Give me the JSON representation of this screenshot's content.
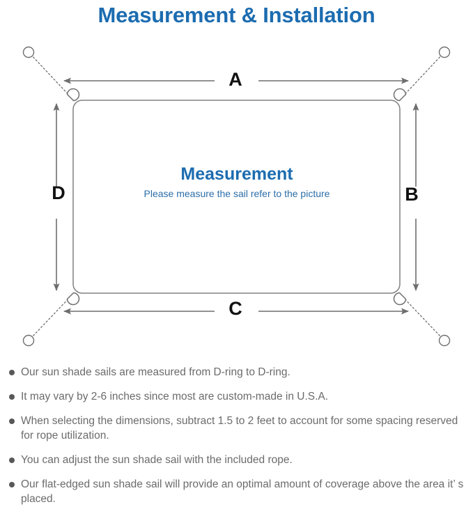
{
  "page": {
    "title": "Measurement & Installation",
    "title_color": "#1c6cb0",
    "background": "#ffffff"
  },
  "diagram": {
    "name": "sun-shade-sail-measurement-diagram",
    "center_label": "Measurement",
    "center_sublabel": "Please measure the sail refer to the picture",
    "center_label_color": "#1c6cb0",
    "center_sublabel_color": "#2b6ea8",
    "sail_stroke_color": "#808080",
    "arrow_color": "#6e6e6e",
    "rope_color": "#6e6e6e",
    "dimensions": {
      "top": "A",
      "right": "B",
      "bottom": "C",
      "left": "D"
    },
    "d_rings": [
      {
        "name": "d-ring-top-left",
        "position": "top-left"
      },
      {
        "name": "d-ring-top-right",
        "position": "top-right"
      },
      {
        "name": "d-ring-bottom-left",
        "position": "bottom-left"
      },
      {
        "name": "d-ring-bottom-right",
        "position": "bottom-right"
      }
    ],
    "anchor_points": [
      {
        "name": "anchor-point-top-left",
        "position": "top-left"
      },
      {
        "name": "anchor-point-top-right",
        "position": "top-right"
      },
      {
        "name": "anchor-point-bottom-left",
        "position": "bottom-left"
      },
      {
        "name": "anchor-point-bottom-right",
        "position": "bottom-right"
      }
    ]
  },
  "notes": {
    "text_color": "#6b6b6b",
    "items": [
      "Our sun shade sails are measured from D-ring to D-ring.",
      "It may vary by 2-6 inches since most are custom-made in U.S.A.",
      "When selecting the dimensions, subtract 1.5 to 2 feet to account for some spacing reserved for rope utilization.",
      "You can adjust the sun shade sail with the included rope.",
      "Our flat-edged sun shade sail will provide an optimal amount of coverage above the area it’ s placed."
    ]
  }
}
